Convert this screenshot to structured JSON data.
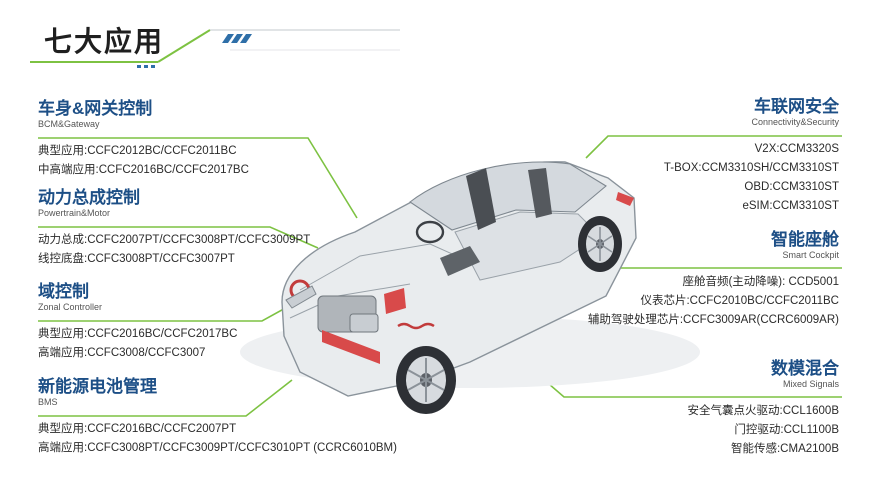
{
  "page": {
    "title": "七大应用",
    "accent_color": "#7dc242",
    "header_stripe_color": "#2f6fa8",
    "title_color": "#1d4f86"
  },
  "sections": {
    "bcm": {
      "title": "车身&网关控制",
      "subtitle": "BCM&Gateway",
      "lines": [
        "典型应用:CCFC2012BC/CCFC2011BC",
        "中高端应用:CCFC2016BC/CCFC2017BC"
      ]
    },
    "powertrain": {
      "title": "动力总成控制",
      "subtitle": "Powertrain&Motor",
      "lines": [
        "动力总成:CCFC2007PT/CCFC3008PT/CCFC3009PT",
        "线控底盘:CCFC3008PT/CCFC3007PT"
      ]
    },
    "zonal": {
      "title": "域控制",
      "subtitle": "Zonal Controller",
      "lines": [
        "典型应用:CCFC2016BC/CCFC2017BC",
        "高端应用:CCFC3008/CCFC3007"
      ]
    },
    "bms": {
      "title": "新能源电池管理",
      "subtitle": "BMS",
      "lines": [
        "典型应用:CCFC2016BC/CCFC2007PT",
        "高端应用:CCFC3008PT/CCFC3009PT/CCFC3010PT (CCRC6010BM)"
      ]
    },
    "connectivity": {
      "title": "车联网安全",
      "subtitle": "Connectivity&Security",
      "lines": [
        "V2X:CCM3320S",
        "T-BOX:CCM3310SH/CCM3310ST",
        "OBD:CCM3310ST",
        "eSIM:CCM3310ST"
      ]
    },
    "cockpit": {
      "title": "智能座舱",
      "subtitle": "Smart Cockpit",
      "lines": [
        "座舱音频(主动降噪): CCD5001",
        "仪表芯片:CCFC2010BC/CCFC2011BC",
        "辅助驾驶处理芯片:CCFC3009AR(CCRC6009AR)"
      ]
    },
    "mixed": {
      "title": "数模混合",
      "subtitle": "Mixed Signals",
      "lines": [
        "安全气囊点火驱动:CCL1600B",
        "门控驱动:CCL1100B",
        "智能传感:CMA2100B"
      ]
    }
  }
}
